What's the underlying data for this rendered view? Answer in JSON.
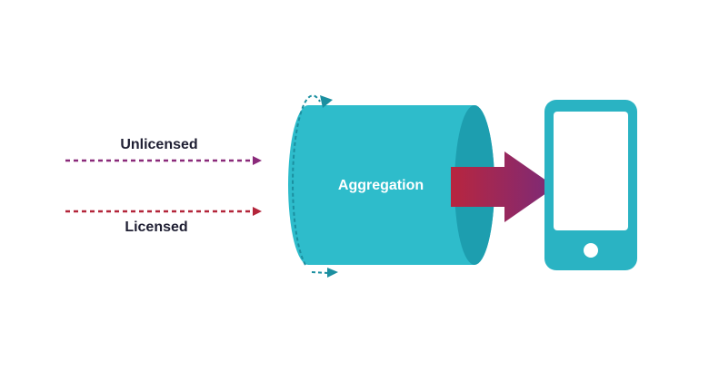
{
  "inputs": {
    "unlicensed": {
      "label": "Unlicensed",
      "color": "#8a2a7a"
    },
    "licensed": {
      "label": "Licensed",
      "color": "#b3253a"
    }
  },
  "aggregation": {
    "label": "Aggregation",
    "color": "#2ebccb",
    "dark_color": "#1d9eaf"
  },
  "output_arrow": {
    "gradient_start": "#b8263f",
    "gradient_end": "#7b2a78"
  },
  "device": {
    "icon": "smartphone-icon",
    "color": "#2ab3c3"
  },
  "rotation": {
    "icon": "rotation-arrows-icon",
    "color": "#1b8fa0"
  }
}
